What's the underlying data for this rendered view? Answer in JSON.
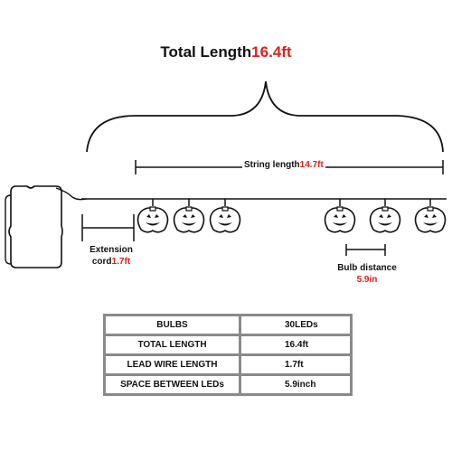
{
  "header": {
    "title_prefix": "Total Length",
    "title_value": "16.4ft"
  },
  "string_length": {
    "label": "String length",
    "value": "14.7ft"
  },
  "extension": {
    "line1": "Extension",
    "line2_prefix": "cord",
    "line2_value": "1.7ft"
  },
  "bulb_distance": {
    "label": "Bulb distance",
    "value": "5.9in"
  },
  "specs": {
    "rows": [
      {
        "label": "BULBS",
        "value": "30LEDs"
      },
      {
        "label": "TOTAL LENGTH",
        "value": "16.4ft"
      },
      {
        "label": "LEAD WIRE LENGTH",
        "value": "1.7ft"
      },
      {
        "label": "SPACE BETWEEN LEDs",
        "value": "5.9inch"
      }
    ]
  },
  "colors": {
    "accent": "#e0201b",
    "line": "#111111",
    "table_border": "#8a8a8a"
  },
  "icons": [
    "battery-box-icon",
    "pumpkin-bulb-icon"
  ]
}
